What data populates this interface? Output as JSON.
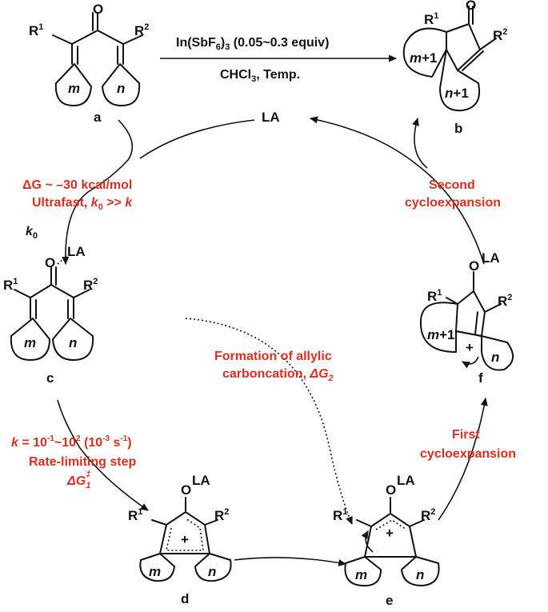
{
  "compounds": {
    "a": {
      "label": "a",
      "r1": "R",
      "r1_sup": "1",
      "r2": "R",
      "r2_sup": "2",
      "ring_left": "m",
      "ring_right": "n",
      "oxygen": "O"
    },
    "b": {
      "label": "b",
      "r1": "R",
      "r1_sup": "1",
      "r2": "R",
      "r2_sup": "2",
      "ring_left": "m",
      "ring_left_suffix": "+1",
      "ring_right": "n",
      "ring_right_suffix": "+1",
      "oxygen": "O"
    },
    "c": {
      "label": "c",
      "r1": "R",
      "r1_sup": "1",
      "r2": "R",
      "r2_sup": "2",
      "ring_left": "m",
      "ring_right": "n",
      "oxygen": "O",
      "la": "LA"
    },
    "d": {
      "label": "d",
      "r1": "R",
      "r1_sup": "1",
      "r2": "R",
      "r2_sup": "2",
      "ring_left": "m",
      "ring_right": "n",
      "o_la": "O",
      "la": "LA",
      "charge": "+"
    },
    "e": {
      "label": "e",
      "r1": "R",
      "r1_sup": "1",
      "r2": "R",
      "r2_sup": "2",
      "ring_left": "m",
      "ring_right": "n",
      "o_la": "O",
      "la": "LA",
      "charge": "+"
    },
    "f": {
      "label": "f",
      "r1": "R",
      "r1_sup": "1",
      "r2": "R",
      "r2_sup": "2",
      "ring_left": "m",
      "ring_left_suffix": "+1",
      "ring_right": "n",
      "o_la": "O",
      "la": "LA",
      "charge": "+"
    }
  },
  "conditions": {
    "line1_pre": "In(SbF",
    "line1_sub": "6",
    "line1_mid": ")",
    "line1_sub2": "3",
    "line1_post": " (0.05~0.3 equiv)",
    "line2_pre": "CHCl",
    "line2_sub": "3",
    "line2_post": ", Temp."
  },
  "la_label": "LA",
  "steps": {
    "step1": {
      "line1": "ΔG ~ –30 kcal/mol",
      "line2_pre": "Ultrafast, ",
      "line2_k0": "k",
      "line2_k0_sub": "0",
      "line2_post": " >> ",
      "line2_k": "k",
      "rate_k": "k",
      "rate_sub": "0"
    },
    "step2": {
      "k": "k",
      "line1_post": " = 10",
      "exp1": "-1",
      "line1_mid": "~10",
      "exp2": "2",
      "line1_unit_pre": " (10",
      "exp3": "-3",
      "line1_unit_mid": " s",
      "exp4": "-1",
      "line1_unit_post": ")",
      "line2": "Rate-limiting step",
      "line3": "ΔG",
      "line3_sub": "1",
      "line3_sup": "‡"
    },
    "dotted": {
      "line1": "Formation of allylic",
      "line2_pre": "carboncation, ",
      "line2_sym": "ΔG",
      "line2_sub": "2"
    },
    "first": {
      "line1": "First",
      "line2": "cycloexpansion"
    },
    "second": {
      "line1": "Second",
      "line2": "cycloexpansion"
    }
  },
  "colors": {
    "accent": "#d9301f",
    "ink": "#111111"
  }
}
